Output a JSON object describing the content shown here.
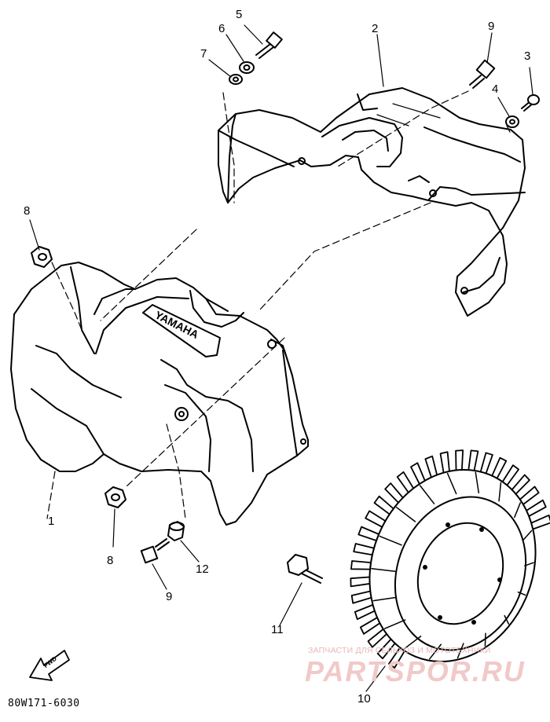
{
  "diagram": {
    "drawing_code": "80W171-6030",
    "brand_emboss": "YAMAHA",
    "arrow_label": "FWD",
    "callouts": [
      "5",
      "6",
      "7",
      "2",
      "9",
      "3",
      "4",
      "8",
      "1",
      "8",
      "12",
      "9",
      "11",
      "10"
    ]
  },
  "watermark": {
    "line1": "ЗАПЧАСТИ ДЛЯ СЕЛЬХОЗ И МОТОТЕХНИКИ",
    "line2": "PARTSPOR.RU",
    "color": "#e8a0a0"
  }
}
